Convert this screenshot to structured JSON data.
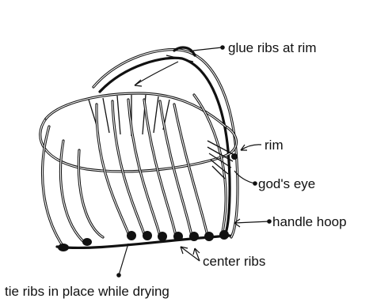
{
  "labels": {
    "glue_ribs": "glue ribs at rim",
    "rim": "rim",
    "gods_eye": "god's eye",
    "handle_hoop": "handle hoop",
    "center_ribs": "center ribs",
    "tie_ribs": "tie ribs in place while drying"
  },
  "colors": {
    "ink": "#111111",
    "paper": "#ffffff"
  }
}
